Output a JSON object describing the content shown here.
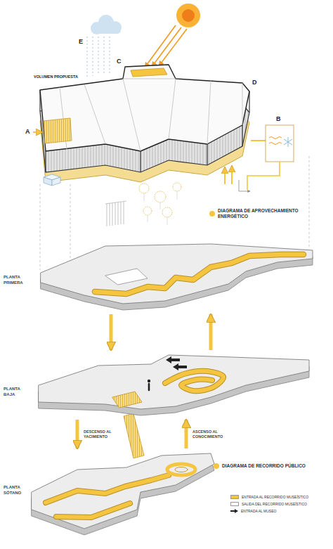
{
  "diagram": {
    "nodes": [
      {
        "text": [
          "PLANTA PRIMERA"
        ]
      },
      {
        "text": [
          "PLANTA BAJA"
        ]
      },
      {
        "text": [
          "PLANTA SÓTANO"
        ]
      }
    ],
    "edges": [
      {
        "from": 0,
        "to": 1,
        "arrow": "to"
      },
      {
        "from": 1,
        "to": 0,
        "arrow": "to"
      },
      {
        "from": 1,
        "to": 2,
        "label": "DESCENSO AL YACIMIENTO",
        "arrow": "to"
      },
      {
        "from": 2,
        "to": 1,
        "label": "ASCENSO AL CONOCIMIENTO",
        "arrow": "to"
      }
    ],
    "labels": [
      "E",
      "C",
      "VOLUMEN PROPUESTA",
      "D",
      "A",
      "B"
    ],
    "legend": [
      {
        "text": "DIAGRAMA DE APROVECHAMIENTO ENERGÉTICO",
        "color": "#f5c53f"
      },
      {
        "text": "DIAGRAMA DE RECORRIDO PÚBLICO",
        "color": "#f5c53f"
      },
      {
        "text": "ENTRADA AL RECORRIDO MUSEÍSTICO",
        "color": "#f5c53f"
      },
      {
        "text": "SALIDA DEL RECORRIDO MUSEÍSTICO",
        "color": "#ffffff"
      },
      {
        "text": "ENTRADA AL MUSEO"
      }
    ]
  }
}
